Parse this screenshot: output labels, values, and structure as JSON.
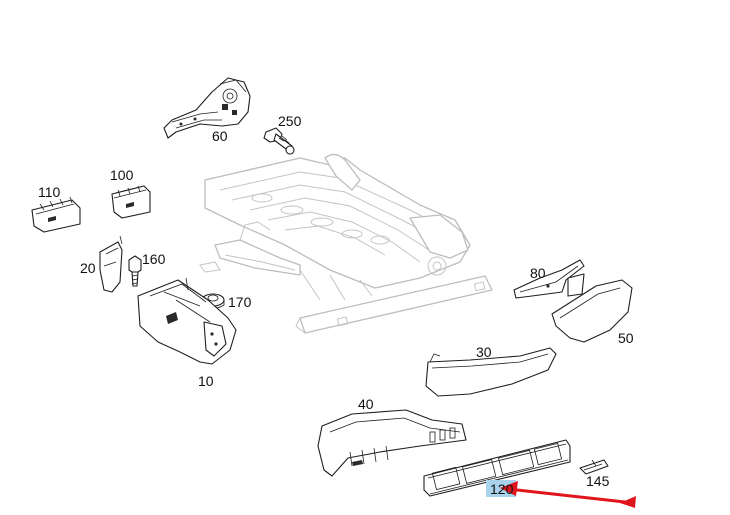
{
  "callouts": {
    "p60": "60",
    "p250": "250",
    "p100": "100",
    "p110": "110",
    "p20": "20",
    "p160": "160",
    "p170": "170",
    "p10": "10",
    "p80": "80",
    "p50": "50",
    "p30": "30",
    "p40": "40",
    "p120": "120",
    "p145": "145"
  },
  "highlighted_part": "120",
  "colors": {
    "highlight": "#a9d3ec",
    "arrow": "#e0141c",
    "line": "#1f1f1f",
    "frame_gray": "#bdbdbd"
  }
}
